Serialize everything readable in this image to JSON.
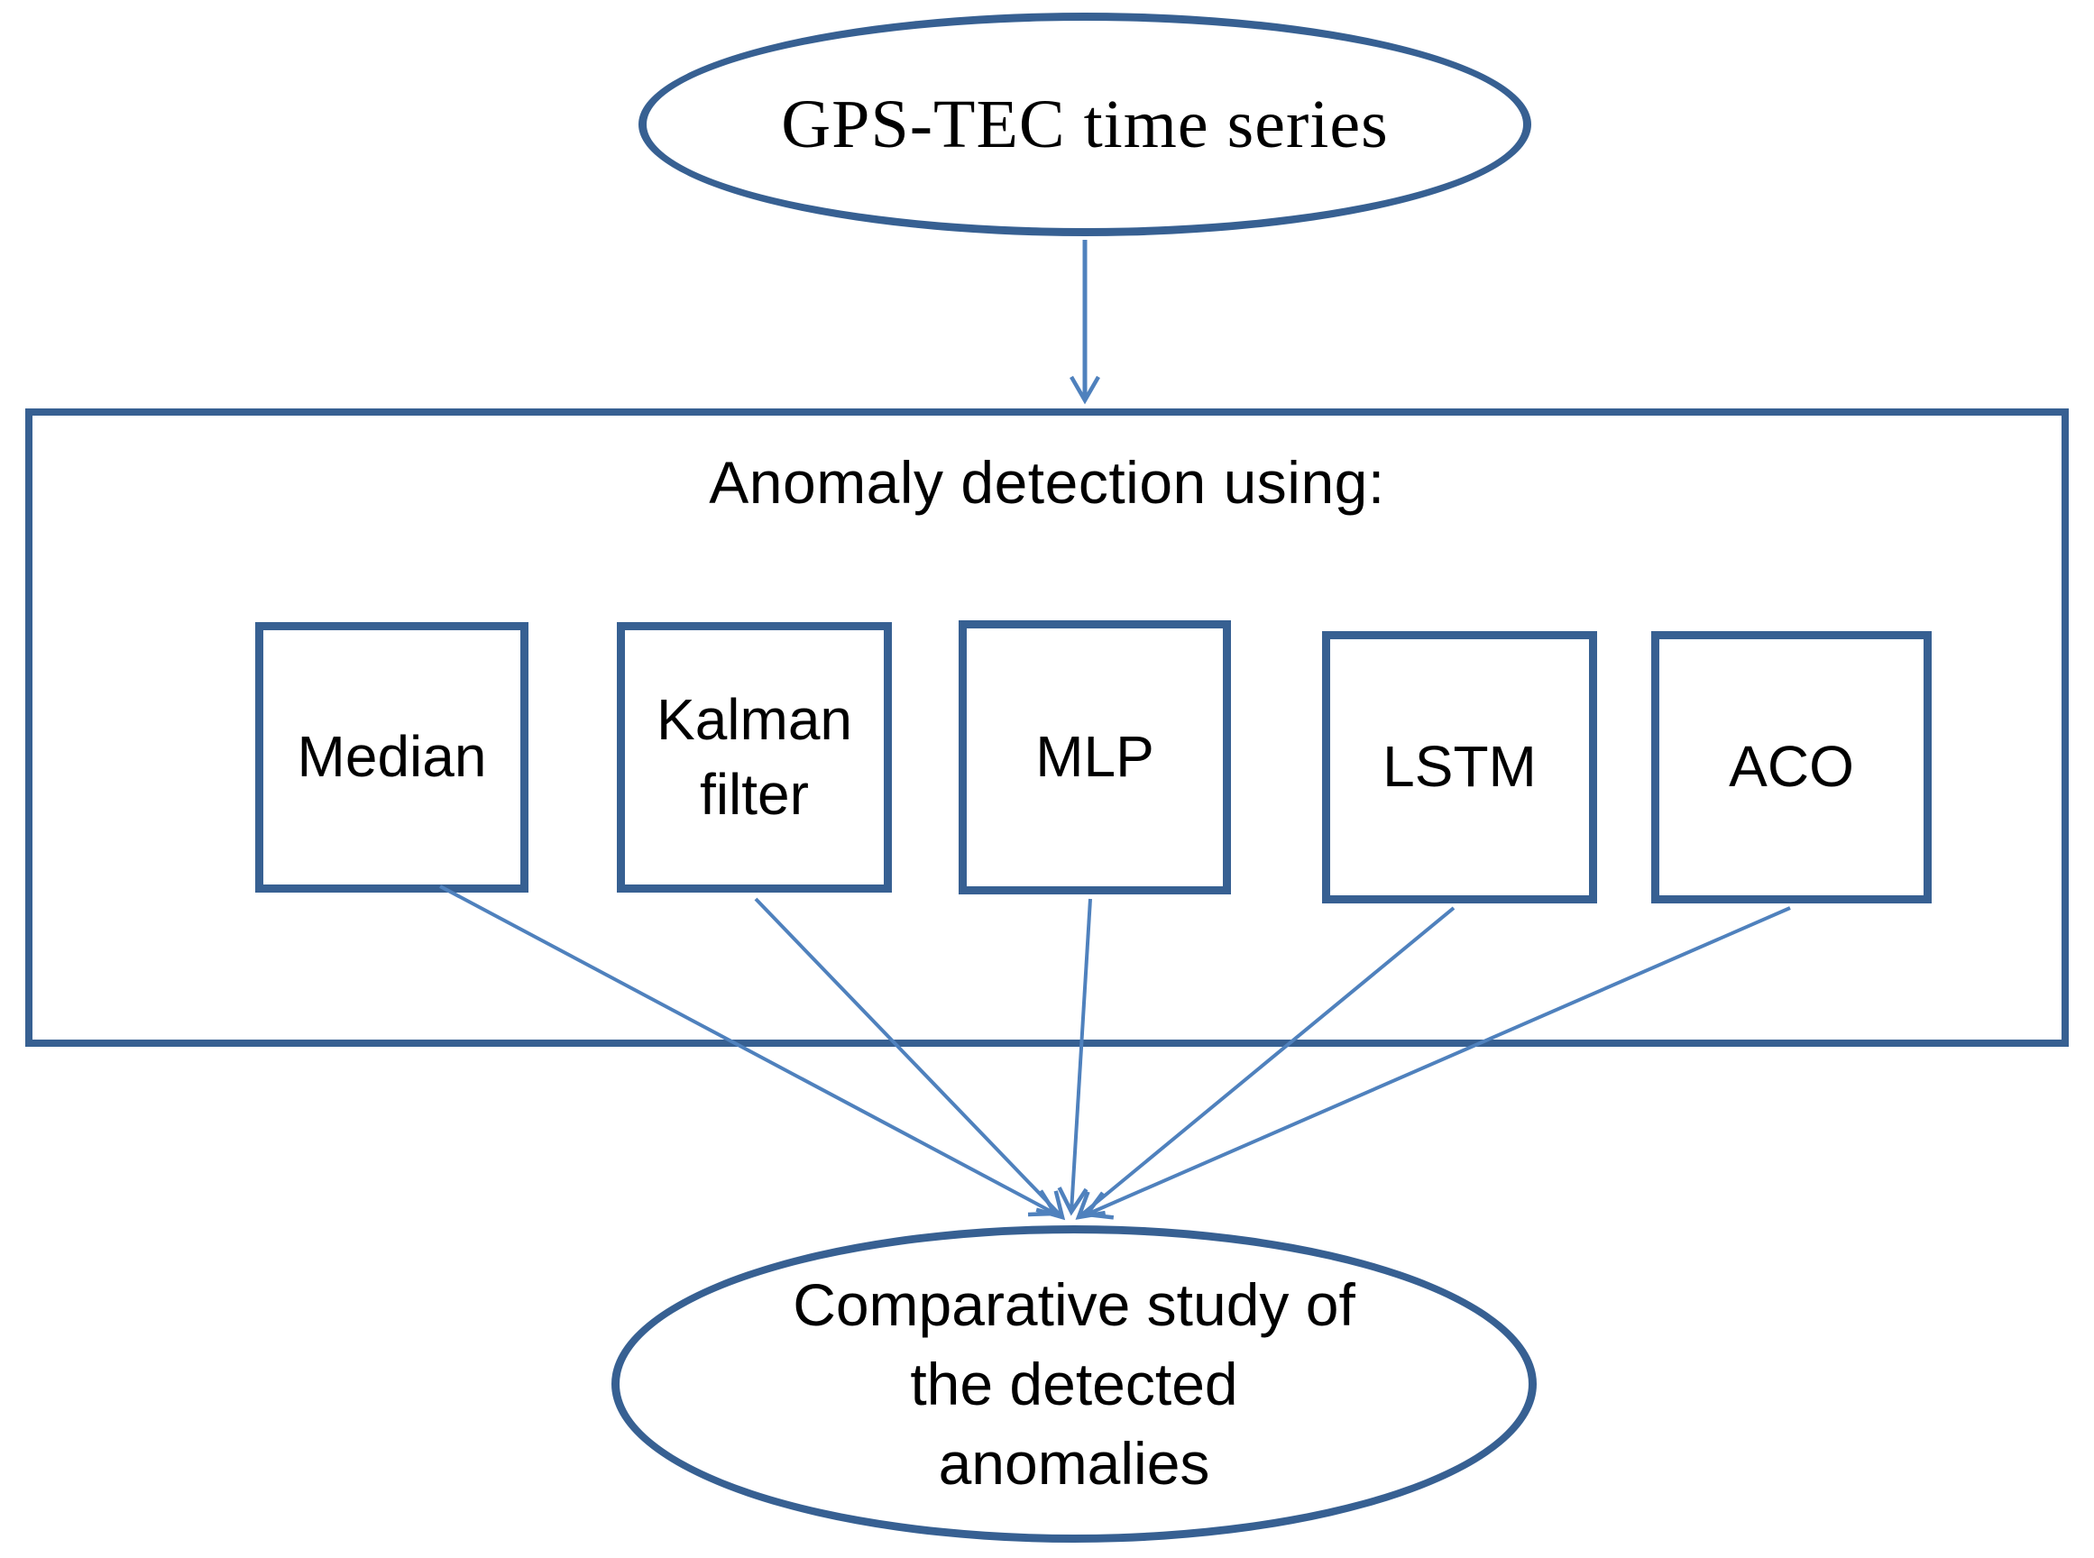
{
  "figure": {
    "type": "flowchart",
    "input_node": {
      "shape": "ellipse",
      "label": "GPS-TEC time series"
    },
    "process_container": {
      "shape": "rectangle",
      "title": "Anomaly detection using:",
      "methods": [
        {
          "label": "Median"
        },
        {
          "label": "Kalman filter"
        },
        {
          "label": "MLP"
        },
        {
          "label": "LSTM"
        },
        {
          "label": "ACO"
        }
      ]
    },
    "output_node": {
      "shape": "ellipse",
      "label": "Comparative study of the detected anomalies",
      "lines": [
        "Comparative study of",
        "the detected",
        "anomalies"
      ]
    },
    "colors": {
      "shape_border": "#376092",
      "arrow": "#4f81bd",
      "text": "#000000",
      "background": "#ffffff"
    }
  }
}
